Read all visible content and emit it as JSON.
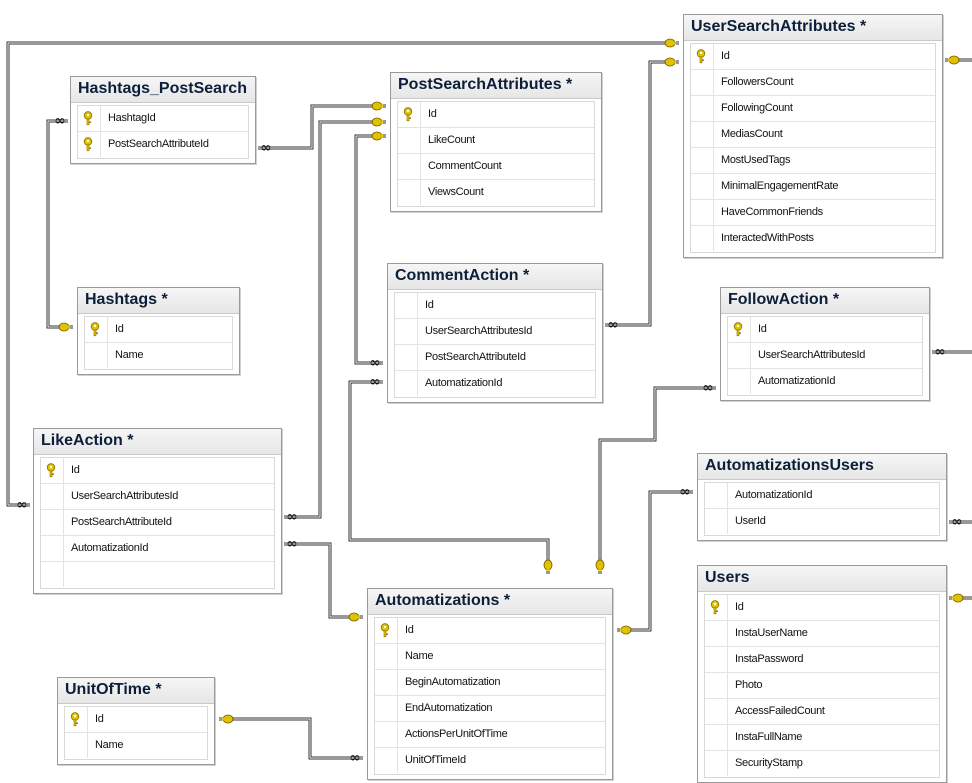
{
  "diagram": {
    "tables": [
      {
        "id": "usersearch",
        "name": "UserSearchAttributes *",
        "columns": [
          {
            "name": "Id",
            "pk": true
          },
          {
            "name": "FollowersCount",
            "pk": false
          },
          {
            "name": "FollowingCount",
            "pk": false
          },
          {
            "name": "MediasCount",
            "pk": false
          },
          {
            "name": "MostUsedTags",
            "pk": false
          },
          {
            "name": "MinimalEngagementRate",
            "pk": false
          },
          {
            "name": "HaveCommonFriends",
            "pk": false
          },
          {
            "name": "InteractedWithPosts",
            "pk": false
          }
        ]
      },
      {
        "id": "hashtagspost",
        "name": "Hashtags_PostSearch",
        "columns": [
          {
            "name": "HashtagId",
            "pk": true
          },
          {
            "name": "PostSearchAttributeId",
            "pk": true
          }
        ]
      },
      {
        "id": "postsearch",
        "name": "PostSearchAttributes *",
        "columns": [
          {
            "name": "Id",
            "pk": true
          },
          {
            "name": "LikeCount",
            "pk": false
          },
          {
            "name": "CommentCount",
            "pk": false
          },
          {
            "name": "ViewsCount",
            "pk": false
          }
        ]
      },
      {
        "id": "commentaction",
        "name": "CommentAction *",
        "columns": [
          {
            "name": "Id",
            "pk": false
          },
          {
            "name": "UserSearchAttributesId",
            "pk": false
          },
          {
            "name": "PostSearchAttributeId",
            "pk": false
          },
          {
            "name": "AutomatizationId",
            "pk": false
          }
        ]
      },
      {
        "id": "followaction",
        "name": "FollowAction *",
        "columns": [
          {
            "name": "Id",
            "pk": true
          },
          {
            "name": "UserSearchAttributesId",
            "pk": false
          },
          {
            "name": "AutomatizationId",
            "pk": false
          }
        ]
      },
      {
        "id": "hashtags",
        "name": "Hashtags *",
        "columns": [
          {
            "name": "Id",
            "pk": true
          },
          {
            "name": "Name",
            "pk": false
          }
        ]
      },
      {
        "id": "likeaction",
        "name": "LikeAction *",
        "columns": [
          {
            "name": "Id",
            "pk": true
          },
          {
            "name": "UserSearchAttributesId",
            "pk": false
          },
          {
            "name": "PostSearchAttributeId",
            "pk": false
          },
          {
            "name": "AutomatizationId",
            "pk": false
          },
          {
            "name": "",
            "pk": false
          }
        ]
      },
      {
        "id": "automatizationsusers",
        "name": "AutomatizationsUsers",
        "columns": [
          {
            "name": "AutomatizationId",
            "pk": false
          },
          {
            "name": "UserId",
            "pk": false
          }
        ]
      },
      {
        "id": "users",
        "name": "Users",
        "columns": [
          {
            "name": "Id",
            "pk": true
          },
          {
            "name": "InstaUserName",
            "pk": false
          },
          {
            "name": "InstaPassword",
            "pk": false
          },
          {
            "name": "Photo",
            "pk": false
          },
          {
            "name": "AccessFailedCount",
            "pk": false
          },
          {
            "name": "InstaFullName",
            "pk": false
          },
          {
            "name": "SecurityStamp",
            "pk": false
          }
        ]
      },
      {
        "id": "automatizations",
        "name": "Automatizations *",
        "columns": [
          {
            "name": "Id",
            "pk": true
          },
          {
            "name": "Name",
            "pk": false
          },
          {
            "name": "BeginAutomatization",
            "pk": false
          },
          {
            "name": "EndAutomatization",
            "pk": false
          },
          {
            "name": "ActionsPerUnitOfTime",
            "pk": false
          },
          {
            "name": "UnitOfTimeId",
            "pk": false
          }
        ]
      },
      {
        "id": "unitoftime",
        "name": "UnitOfTime *",
        "columns": [
          {
            "name": "Id",
            "pk": true
          },
          {
            "name": "Name",
            "pk": false
          }
        ]
      }
    ],
    "relationships": [
      {
        "from": "hashtagspost",
        "to": "hashtags"
      },
      {
        "from": "hashtagspost",
        "to": "postsearch"
      },
      {
        "from": "likeaction",
        "to": "usersearch"
      },
      {
        "from": "likeaction",
        "to": "postsearch"
      },
      {
        "from": "likeaction",
        "to": "automatizations"
      },
      {
        "from": "commentaction",
        "to": "postsearch"
      },
      {
        "from": "commentaction",
        "to": "usersearch"
      },
      {
        "from": "commentaction",
        "to": "automatizations"
      },
      {
        "from": "followaction",
        "to": "automatizations"
      },
      {
        "from": "automatizationsusers",
        "to": "automatizations"
      },
      {
        "from": "automatizations",
        "to": "unitoftime"
      }
    ]
  },
  "colors": {
    "key_gold": "#e2c200",
    "line": "#333333",
    "header_text": "#0b1f3a",
    "border": "#9a9a9a"
  }
}
